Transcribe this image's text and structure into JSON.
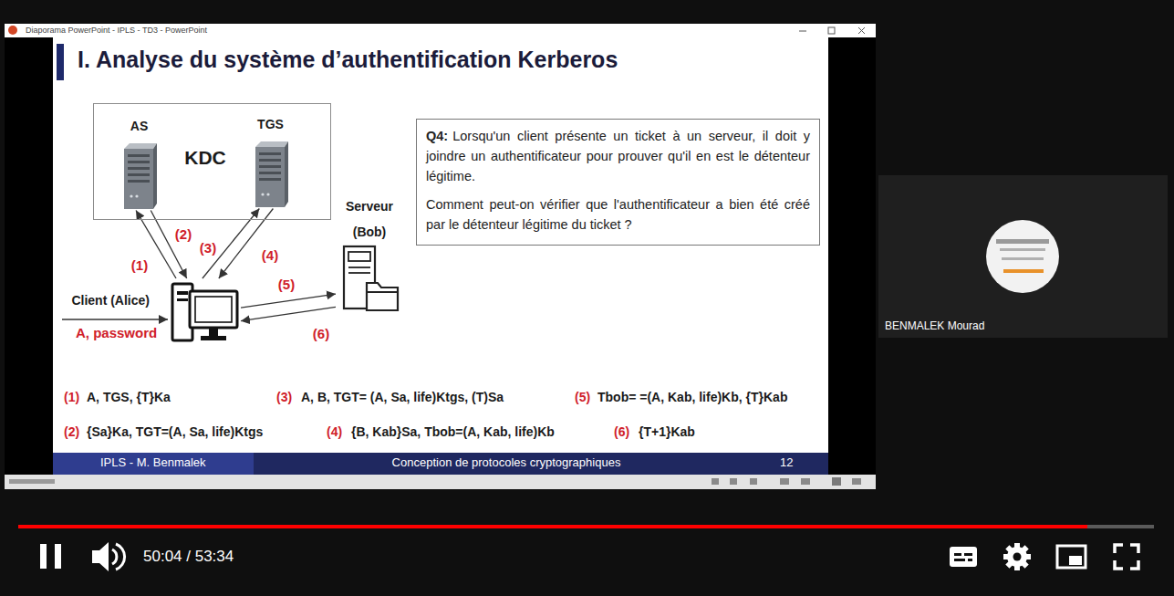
{
  "diagram": {
    "title": "I. Analyse du système d’authentification Kerberos",
    "nodes": [
      {
        "text": [
          "KDC"
        ]
      },
      {
        "text": [
          "AS"
        ],
        "in": 0
      },
      {
        "text": [
          "TGS"
        ],
        "in": 0
      },
      {
        "text": [
          "Client (Alice)"
        ]
      },
      {
        "text": [
          "Serveur (Bob)"
        ]
      },
      {
        "text": [
          "Q4:",
          "Lorsqu'un client présente un ticket à un serveur, il doit y joindre un authentificateur pour prouver qu'il en est le détenteur légitime.",
          "Comment peut-on vérifier que l'authentificateur a bien été créé par le détenteur légitime du ticket ?"
        ]
      }
    ],
    "edges": [
      {
        "from": 3,
        "to": 1,
        "arrow": "to",
        "label": "(1)"
      },
      {
        "from": 1,
        "to": 3,
        "arrow": "to",
        "label": "(2)"
      },
      {
        "from": 3,
        "to": 2,
        "arrow": "to",
        "label": "(3)"
      },
      {
        "from": 2,
        "to": 3,
        "arrow": "to",
        "label": "(4)"
      },
      {
        "from": 3,
        "to": 4,
        "arrow": "to",
        "label": "(5)"
      },
      {
        "from": 4,
        "to": 3,
        "arrow": "to",
        "label": "(6)"
      }
    ],
    "labels": [
      "Diaporama PowerPoint - IPLS - TD3 - PowerPoint",
      "A, password",
      "(1)",
      "A, TGS, {T}Ka",
      "(3)",
      "A, B, TGT= (A, Sa, life)Ktgs, (T)Sa",
      "(5)",
      "Tbob= =(A, Kab, life)Kb, {T}Kab",
      "(2)",
      "{Sa}Ka, TGT=(A, Sa, life)Ktgs",
      "(4)",
      "{B, Kab}Sa, Tbob=(A, Kab, life)Kb",
      "(6)",
      "{T+1}Kab",
      "IPLS - M. Benmalek",
      "Conception de protocoles cryptographiques",
      "12",
      "BENMALEK Mourad",
      "50:04 / 53:34"
    ]
  }
}
